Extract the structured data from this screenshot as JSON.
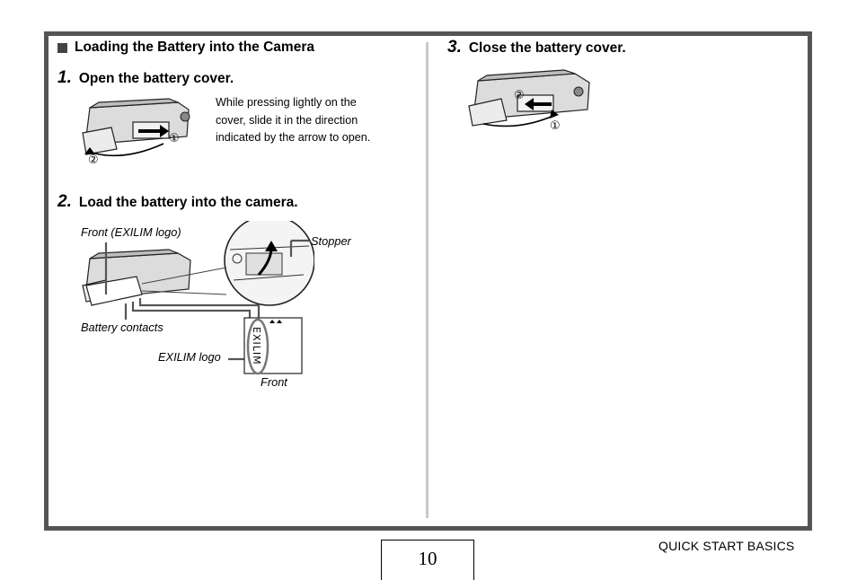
{
  "section": {
    "title": "Loading the Battery into the Camera"
  },
  "steps": [
    {
      "num": "1.",
      "title": "Open the battery cover."
    },
    {
      "num": "2.",
      "title": "Load the battery into the camera."
    },
    {
      "num": "3.",
      "title": "Close the battery cover."
    }
  ],
  "step1": {
    "description": [
      "While pressing lightly on the",
      "cover, slide it in the direction",
      "indicated by the arrow to open."
    ],
    "markers": [
      "①",
      "②"
    ]
  },
  "step2": {
    "captions": {
      "front_logo": "Front (EXILIM logo)",
      "stopper": "Stopper",
      "contacts": "Battery contacts",
      "exilim_logo": "EXILIM logo",
      "front": "Front"
    },
    "battery_logo": "EXILIM"
  },
  "step3": {
    "markers": [
      "②",
      "①"
    ]
  },
  "footer": {
    "page_number": "10",
    "section_label": "QUICK START BASICS"
  }
}
